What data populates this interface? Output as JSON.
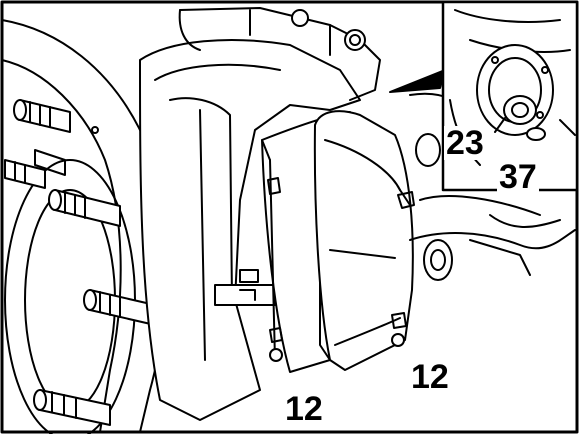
{
  "callouts": {
    "c23": "23",
    "c37": "37",
    "c12a": "12",
    "c12b": "12"
  },
  "colors": {
    "ink": "#000000",
    "paper": "#ffffff"
  }
}
